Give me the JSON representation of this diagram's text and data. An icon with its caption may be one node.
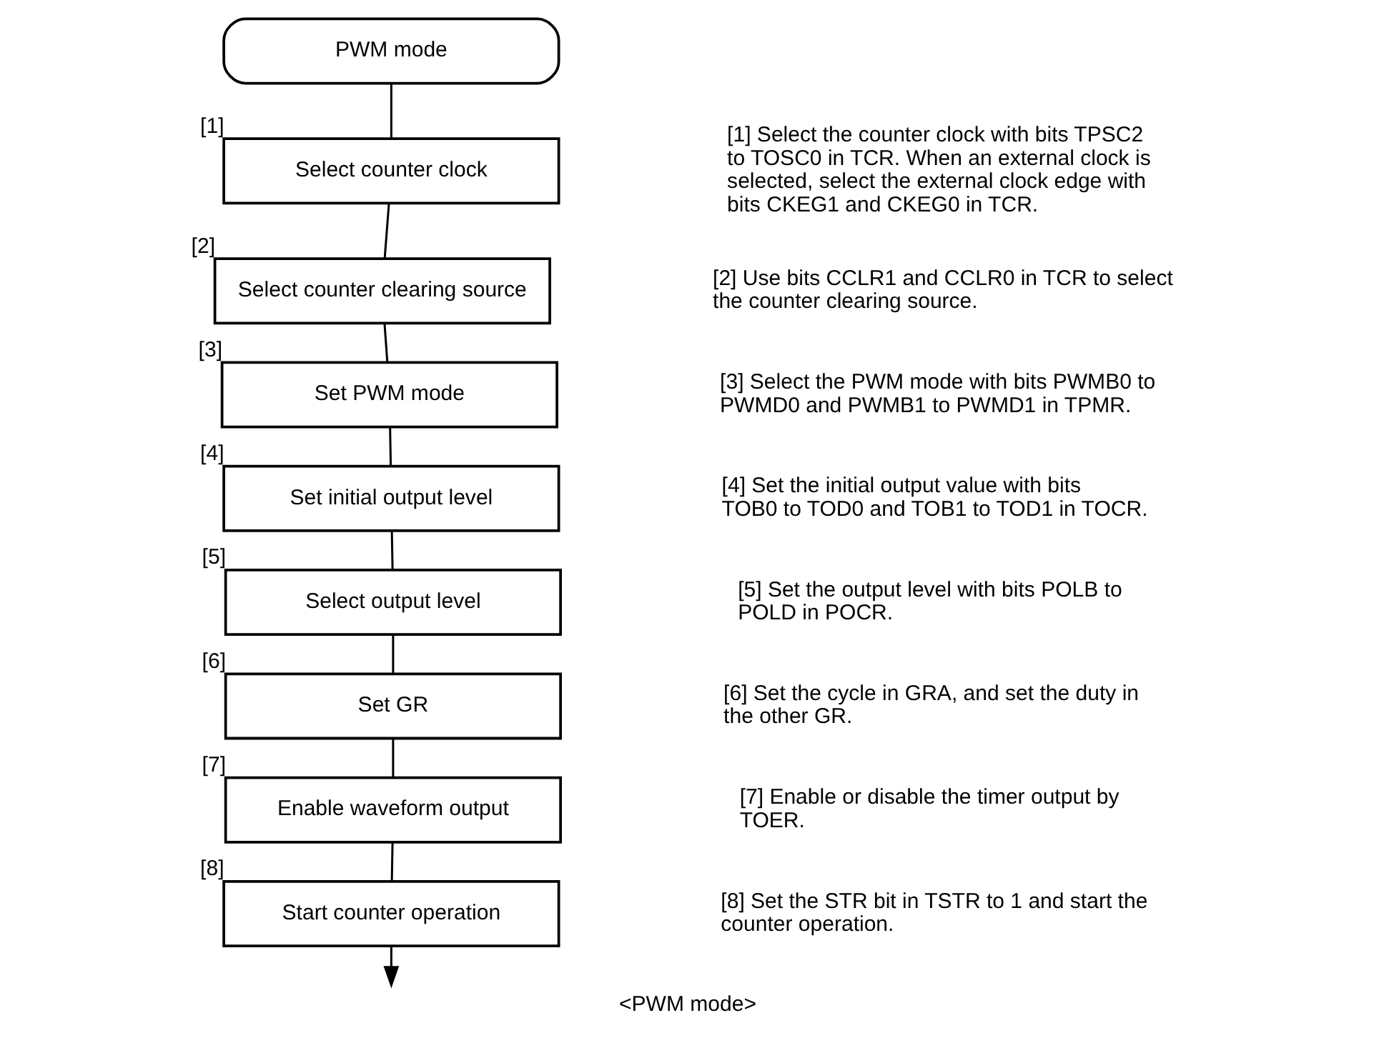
{
  "diagram": {
    "caption": "<PWM mode>",
    "nodes": [
      {
        "text": [
          "PWM mode"
        ]
      },
      {
        "text": [
          "Select counter clock"
        ],
        "beside": [
          "[1]"
        ]
      },
      {
        "text": [
          "Select counter clearing source"
        ],
        "beside": [
          "[2]"
        ]
      },
      {
        "text": [
          "Set PWM mode"
        ],
        "beside": [
          "[3]"
        ]
      },
      {
        "text": [
          "Set initial output level"
        ],
        "beside": [
          "[4]"
        ]
      },
      {
        "text": [
          "Select output level"
        ],
        "beside": [
          "[5]"
        ]
      },
      {
        "text": [
          "Set GR"
        ],
        "beside": [
          "[6]"
        ]
      },
      {
        "text": [
          "Enable waveform output"
        ],
        "beside": [
          "[7]"
        ]
      },
      {
        "text": [
          "Start counter operation"
        ],
        "beside": [
          "[8]"
        ]
      }
    ],
    "edges": [
      {
        "from": 0,
        "to": 1,
        "arrow": "none"
      },
      {
        "from": 1,
        "to": 2,
        "arrow": "none"
      },
      {
        "from": 2,
        "to": 3,
        "arrow": "none"
      },
      {
        "from": 3,
        "to": 4,
        "arrow": "none"
      },
      {
        "from": 4,
        "to": 5,
        "arrow": "none"
      },
      {
        "from": 5,
        "to": 6,
        "arrow": "none"
      },
      {
        "from": 6,
        "to": 7,
        "arrow": "none"
      },
      {
        "from": 7,
        "to": 8,
        "arrow": "none"
      },
      {
        "from": 8,
        "to": null,
        "arrow": "to"
      }
    ],
    "labels": [
      "[1] Select the counter clock with bits TPSC2 to TOSC0 in TCR. When an external clock is selected, select the external clock edge with bits CKEG1 and CKEG0 in TCR.",
      "[2] Use bits CCLR1 and CCLR0 in TCR to select the counter clearing source.",
      "[3] Select the PWM mode with bits PWMB0 to PWMD0 and PWMB1 to PWMD1 in TPMR.",
      "[4] Set the initial output value with bits TOB0 to TOD0 and TOB1 to TOD1 in TOCR.",
      "[5] Set the output level with bits POLB to POLD in POCR.",
      "[6] Set the cycle in GRA, and set the duty in the other GR.",
      "[7] Enable or disable the timer output by TOER.",
      "[8] Set the STR bit in TSTR to 1 and start the counter operation."
    ]
  }
}
